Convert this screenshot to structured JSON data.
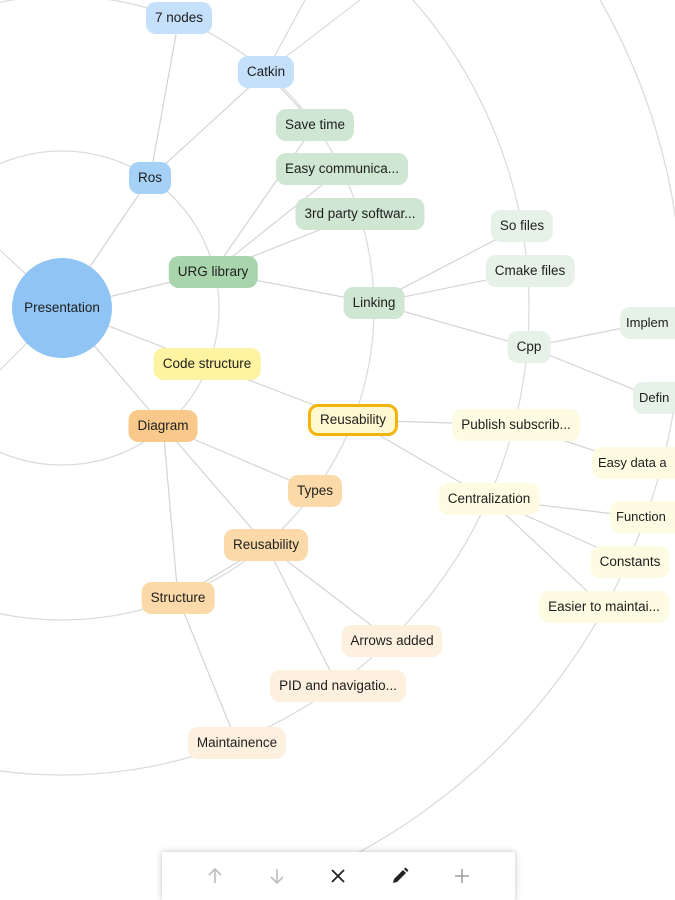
{
  "mindmap": {
    "root": "Presentation",
    "nodes": [
      "7 nodes",
      "Catkin",
      "Ros",
      "Save time",
      "Easy communica...",
      "3rd party softwar...",
      "URG library",
      "Linking",
      "So files",
      "Cmake files",
      "Cpp",
      "Implem",
      "Defin",
      "Code structure",
      "Reusability",
      "Publish subscrib...",
      "Easy data a",
      "Centralization",
      "Function",
      "Constants",
      "Easier to maintai...",
      "Diagram",
      "Types",
      "Reusability",
      "Structure",
      "Arrows added",
      "PID and navigatio...",
      "Maintainence"
    ],
    "selected": "Reusability"
  },
  "toolbar": {
    "items": [
      {
        "icon": "arrow-up-icon",
        "enabled": false
      },
      {
        "icon": "arrow-down-icon",
        "enabled": false
      },
      {
        "icon": "close-icon",
        "enabled": true
      },
      {
        "icon": "pencil-icon",
        "enabled": true
      },
      {
        "icon": "plus-icon",
        "enabled": false
      }
    ]
  },
  "colors": {
    "root": "#90c4f4",
    "selected_border": "#f2b40a",
    "line": "#d4d4d4"
  }
}
